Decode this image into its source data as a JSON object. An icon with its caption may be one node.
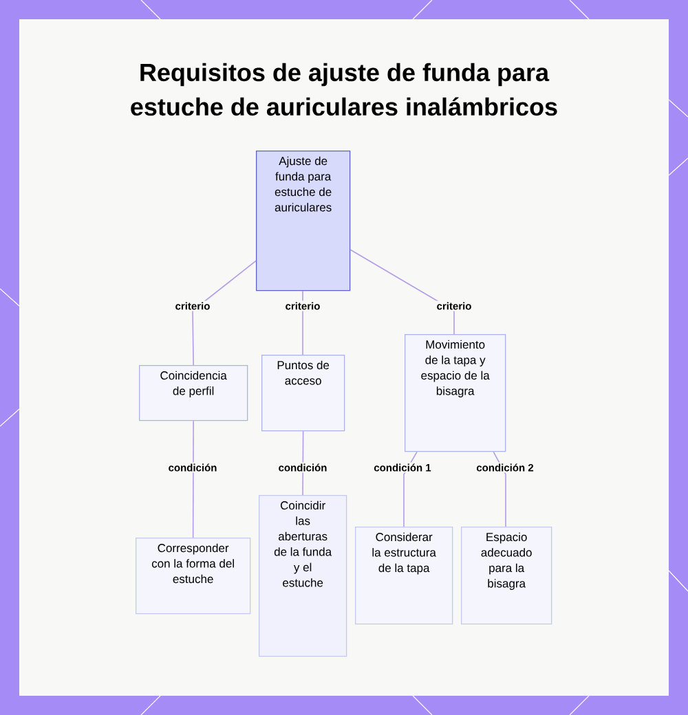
{
  "diagram": {
    "title": "Requisitos de ajuste de funda para estuche de auriculares inalámbricos",
    "nodes": [
      {
        "text": [
          "Ajuste de funda para estuche de auriculares"
        ]
      },
      {
        "text": [
          "Coincidencia de perfil"
        ]
      },
      {
        "text": [
          "Puntos de acceso"
        ]
      },
      {
        "text": [
          "Movimiento de la tapa y espacio de la bisagra"
        ]
      },
      {
        "text": [
          "Corresponder con la forma del estuche"
        ]
      },
      {
        "text": [
          "Coincidir las aberturas de la funda y el estuche"
        ]
      },
      {
        "text": [
          "Considerar la estructura de la tapa"
        ]
      },
      {
        "text": [
          "Espacio adecuado para la bisagra"
        ]
      }
    ],
    "edges": [
      {
        "from": 0,
        "to": 1,
        "arrow": "none",
        "label": "criterio"
      },
      {
        "from": 0,
        "to": 2,
        "arrow": "none",
        "label": "criterio"
      },
      {
        "from": 0,
        "to": 3,
        "arrow": "none",
        "label": "criterio"
      },
      {
        "from": 1,
        "to": 4,
        "arrow": "none",
        "label": "condición"
      },
      {
        "from": 2,
        "to": 5,
        "arrow": "none",
        "label": "condición"
      },
      {
        "from": 3,
        "to": 6,
        "arrow": "none",
        "label": "condición 1"
      },
      {
        "from": 3,
        "to": 7,
        "arrow": "none",
        "label": "condición 2"
      }
    ]
  }
}
